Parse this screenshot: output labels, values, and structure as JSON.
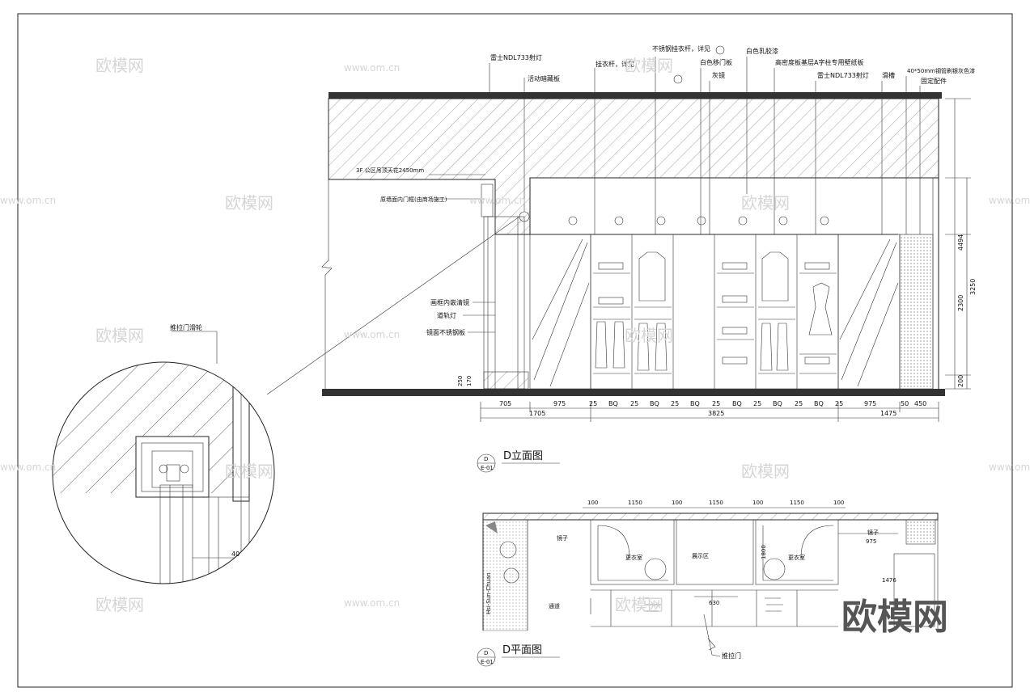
{
  "elevation": {
    "title": "D立面图",
    "tag_top": "D",
    "tag_bottom": "E-01",
    "top_labels": {
      "light_left": "雷士NDL733射灯",
      "panel": "活动暗藏板",
      "rod": "挂衣杆，详见",
      "hook": "不锈钢挂衣杆，详见",
      "door_white": "白色移门板",
      "mirror": "灰镜",
      "paint": "白色乳胶漆",
      "board": "高密度板基层A字柱专用壁纸板",
      "light_right": "雷士NDL733射灯",
      "track": "滑槽",
      "tube": "40*50mm钢管刷银灰色漆",
      "fix": "固定配件"
    },
    "left_labels": {
      "ceiling": "3F 公区吊顶天花2450mm",
      "door": "原墙面内门框(由商场施工)",
      "inner_mirror": "画框内嵌清镜",
      "track_light": "道轨灯",
      "steel": "镜面不锈钢板"
    },
    "dims_small_left": [
      "250",
      "170"
    ],
    "dims_right": [
      "4494",
      "3250",
      "2300",
      "200"
    ],
    "dims_row1": [
      "705",
      "975",
      "25",
      "BQ",
      "25",
      "BQ",
      "25",
      "BQ",
      "25",
      "BQ",
      "25",
      "BQ",
      "25",
      "BQ",
      "25",
      "975",
      "50",
      "450"
    ],
    "dims_row2": [
      "1705",
      "3825",
      "1475"
    ]
  },
  "detail": {
    "label": "推拉门滑轮",
    "dim": "40"
  },
  "plan": {
    "title": "D平面图",
    "tag_top": "D",
    "tag_bottom": "E-01",
    "dims_top": [
      "100",
      "1150",
      "100",
      "1150",
      "100",
      "1150",
      "100"
    ],
    "labels": {
      "left_room": "镜子",
      "right_room": "镜子",
      "right_dim": "975",
      "fit1": "更衣室",
      "fit2": "更衣室",
      "middle": "展示区",
      "corridor": "通道",
      "wall_text": "Hsi-Sun-Chuan",
      "dim_1476": "1476",
      "dim_630": "630",
      "dim_1800": "1800",
      "door": "推拉门"
    }
  },
  "watermark": {
    "brand": "欧模网",
    "url": "www.om.cn",
    "big": "欧模网"
  }
}
